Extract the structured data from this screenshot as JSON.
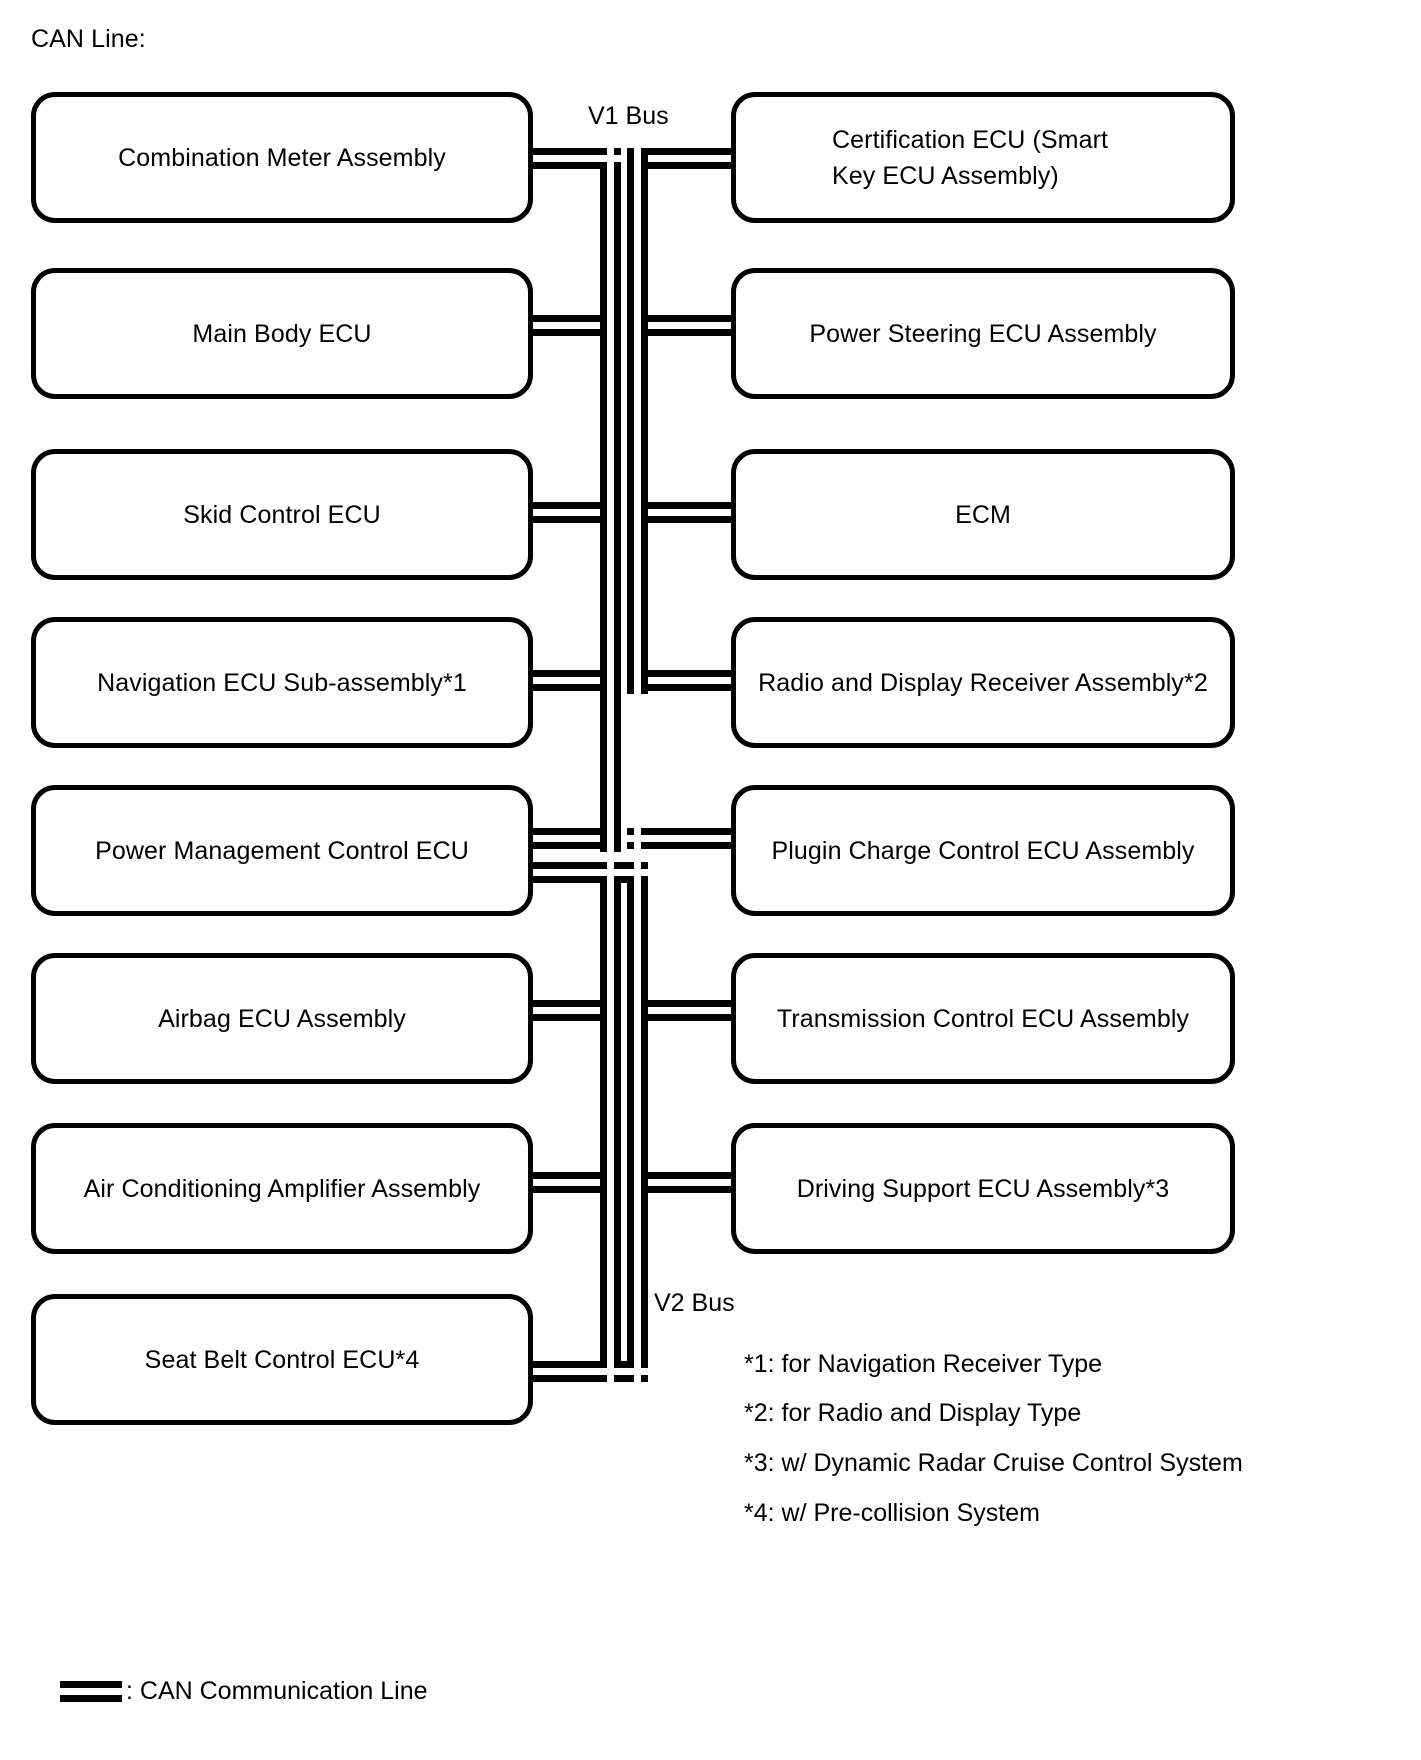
{
  "heading": "CAN Line:",
  "buses": [
    {
      "id": "v1",
      "label": "V1 Bus"
    },
    {
      "id": "v2",
      "label": "V2 Bus"
    }
  ],
  "nodes": {
    "left": [
      {
        "id": "combination-meter-assembly",
        "label": "Combination Meter Assembly"
      },
      {
        "id": "main-body-ecu",
        "label": "Main Body ECU"
      },
      {
        "id": "skid-control-ecu",
        "label": "Skid Control ECU"
      },
      {
        "id": "navigation-ecu-sub-assembly",
        "label": "Navigation ECU Sub-assembly*1"
      },
      {
        "id": "power-management-control-ecu",
        "label": "Power Management Control ECU"
      },
      {
        "id": "airbag-ecu-assembly",
        "label": "Airbag ECU Assembly"
      },
      {
        "id": "air-conditioning-amplifier-assembly",
        "label": "Air Conditioning Amplifier Assembly"
      },
      {
        "id": "seat-belt-control-ecu",
        "label": "Seat Belt Control ECU*4"
      }
    ],
    "right": [
      {
        "id": "certification-ecu-smart-key",
        "label": "Certification ECU (Smart Key ECU Assembly)"
      },
      {
        "id": "power-steering-ecu-assembly",
        "label": "Power Steering ECU Assembly"
      },
      {
        "id": "ecm",
        "label": "ECM"
      },
      {
        "id": "radio-and-display-receiver-assembly",
        "label": "Radio and Display Receiver Assembly*2"
      },
      {
        "id": "plugin-charge-control-ecu-assembly",
        "label": "Plugin Charge Control ECU Assembly"
      },
      {
        "id": "transmission-control-ecu-assembly",
        "label": "Transmission Control ECU Assembly"
      },
      {
        "id": "driving-support-ecu-assembly",
        "label": "Driving Support ECU Assembly*3"
      }
    ]
  },
  "footnotes": [
    {
      "id": "fn1",
      "text": "*1: for Navigation Receiver Type"
    },
    {
      "id": "fn2",
      "text": "*2: for Radio and Display Type"
    },
    {
      "id": "fn3",
      "text": "*3: w/ Dynamic Radar Cruise Control System"
    },
    {
      "id": "fn4",
      "text": "*4: w/ Pre-collision System"
    }
  ],
  "legend": {
    "symbol": "can-communication-line-swatch",
    "text": ": CAN Communication Line"
  },
  "colors": {
    "line": "#000000",
    "background": "#ffffff",
    "text": "#000000"
  }
}
